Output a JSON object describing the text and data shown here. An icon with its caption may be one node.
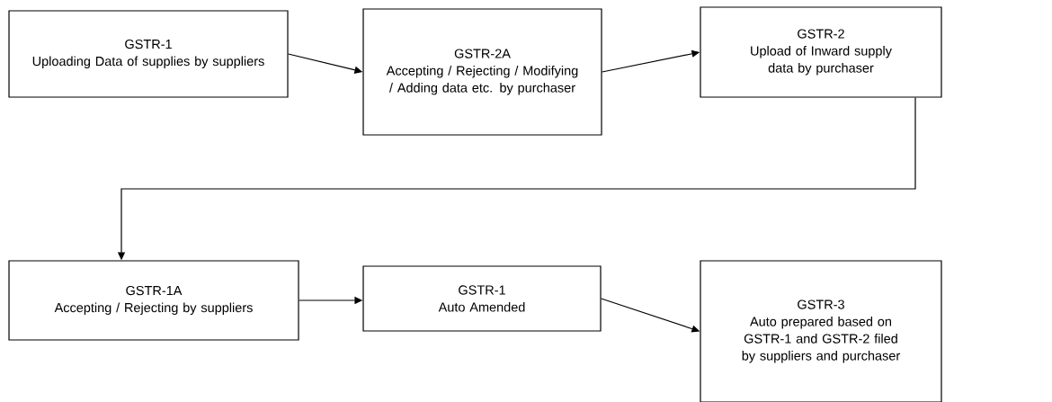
{
  "diagram": {
    "nodes": [
      {
        "text": [
          "GSTR-1",
          "Uploading Data of supplies by suppliers"
        ]
      },
      {
        "text": [
          "GSTR-2A",
          "Accepting / Rejecting / Modifying / Adding data etc. by purchaser"
        ]
      },
      {
        "text": [
          "GSTR-2",
          "Upload of Inward supply data by purchaser"
        ]
      },
      {
        "text": [
          "GSTR-1A",
          "Accepting / Rejecting by suppliers"
        ]
      },
      {
        "text": [
          "GSTR-1",
          "Auto Amended"
        ]
      },
      {
        "text": [
          "GSTR-3",
          "Auto prepared based on GSTR-1 and GSTR-2 filed by suppliers and purchaser"
        ]
      }
    ],
    "edges": [
      {
        "from": 0,
        "to": 1,
        "arrow": "to"
      },
      {
        "from": 1,
        "to": 2,
        "arrow": "to"
      },
      {
        "from": 2,
        "to": 3,
        "arrow": "to"
      },
      {
        "from": 3,
        "to": 4,
        "arrow": "to"
      },
      {
        "from": 4,
        "to": 5,
        "arrow": "to"
      }
    ]
  }
}
